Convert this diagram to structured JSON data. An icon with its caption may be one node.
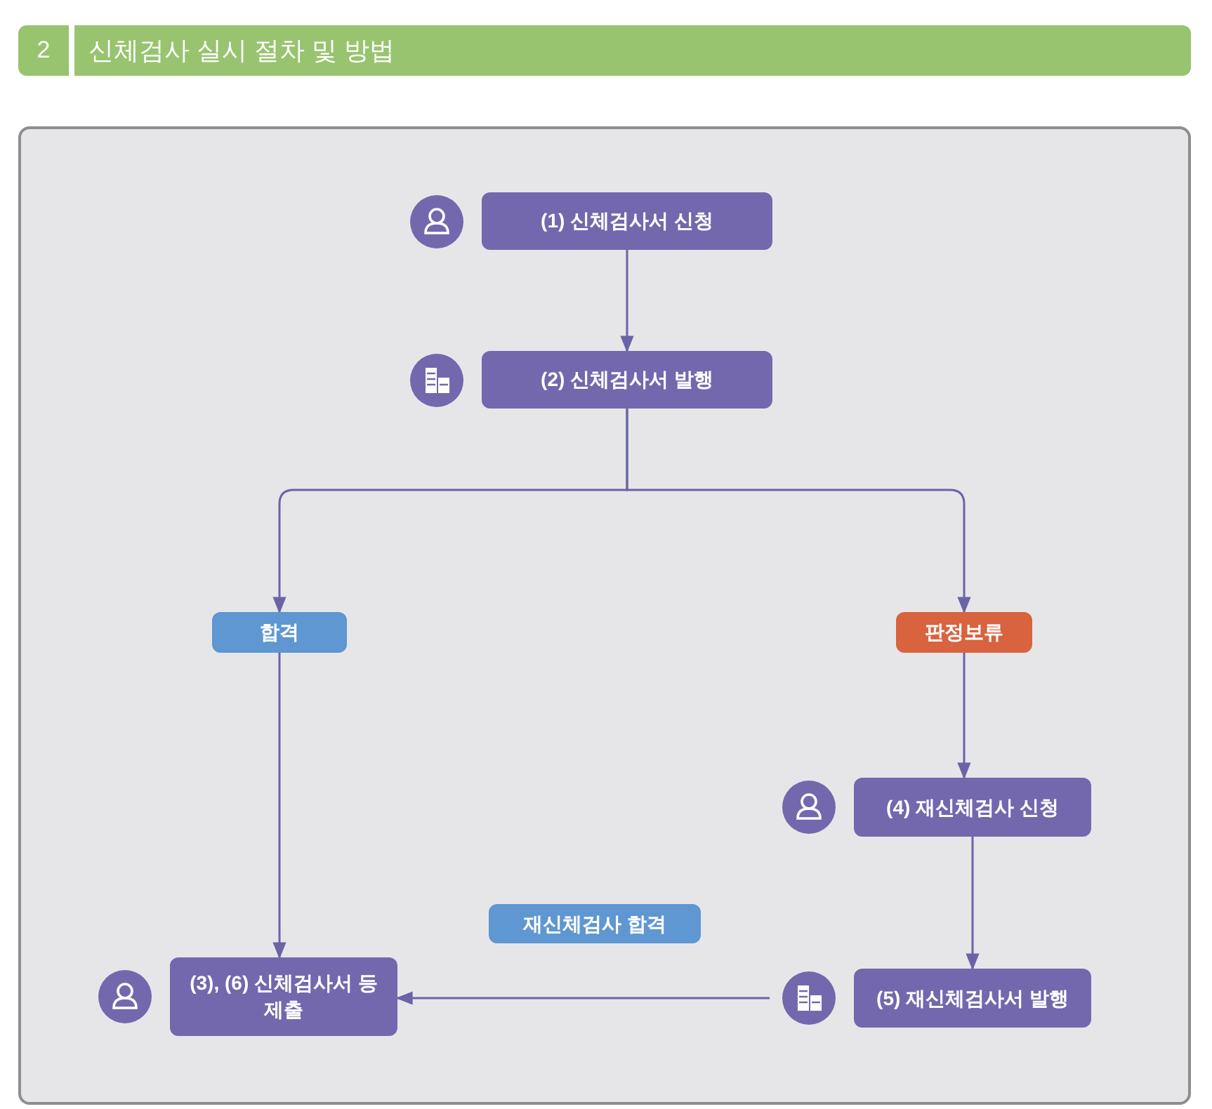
{
  "diagram": {
    "title": "신체검사 실시 절차 및 방법",
    "nodes": [
      {
        "text": [
          "(1) 신체검사서 신청"
        ]
      },
      {
        "text": [
          "(2) 신체검사서 발행"
        ]
      },
      {
        "text": [
          "합격"
        ]
      },
      {
        "text": [
          "판정보류"
        ]
      },
      {
        "text": [
          "(4) 재신체검사 신청"
        ]
      },
      {
        "text": [
          "(5) 재신체검사서 발행"
        ]
      },
      {
        "text": [
          "(3), (6) 신체검사서 등 제출"
        ]
      }
    ],
    "edges": [
      {
        "from": 0,
        "to": 1,
        "arrow": "to"
      },
      {
        "from": 1,
        "to": 2,
        "arrow": "to"
      },
      {
        "from": 1,
        "to": 3,
        "arrow": "to"
      },
      {
        "from": 2,
        "to": 6,
        "arrow": "to"
      },
      {
        "from": 3,
        "to": 4,
        "arrow": "to"
      },
      {
        "from": 4,
        "to": 5,
        "arrow": "to"
      },
      {
        "from": 5,
        "to": 6,
        "arrow": "to",
        "label": "재신체검사 합격"
      }
    ],
    "labels": [
      "2"
    ]
  }
}
